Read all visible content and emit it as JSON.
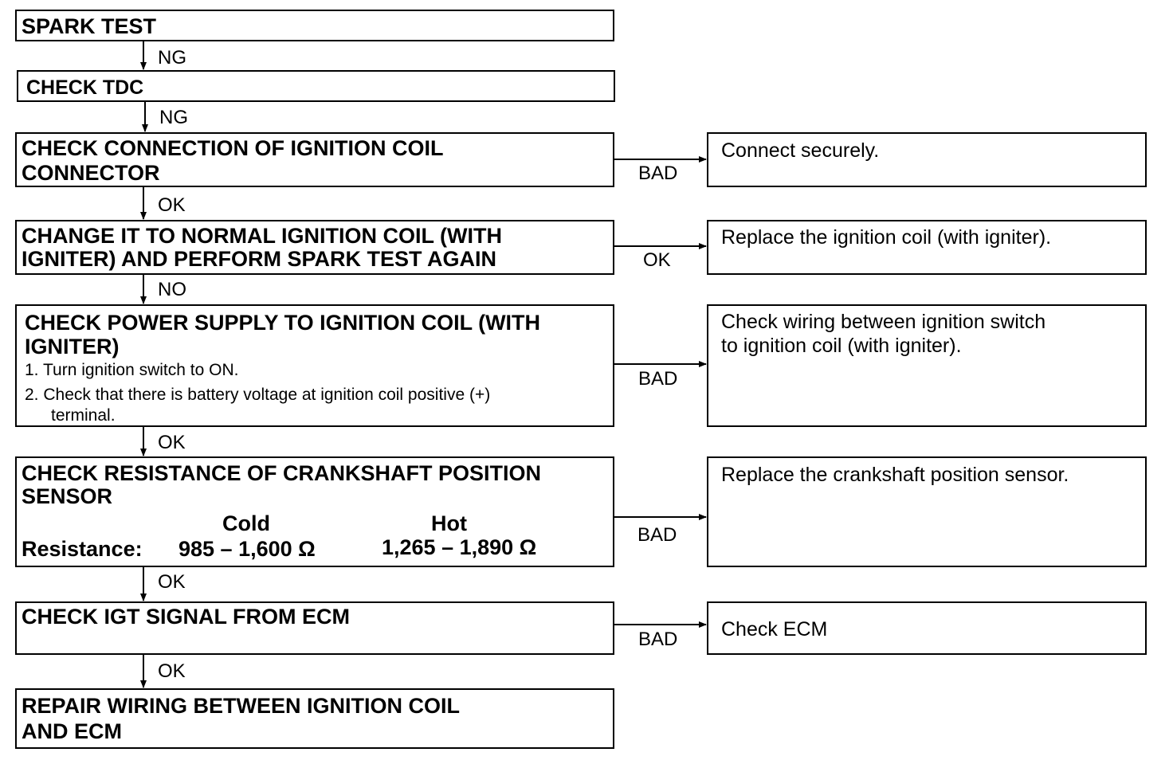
{
  "flow": {
    "spark_test": "SPARK TEST",
    "check_tdc": "CHECK TDC",
    "check_connection": [
      "CHECK CONNECTION OF IGNITION COIL",
      "CONNECTOR"
    ],
    "change_coil": [
      "CHANGE IT TO NORMAL IGNITION COIL (WITH",
      "IGNITER) AND PERFORM SPARK TEST AGAIN"
    ],
    "check_power": [
      "CHECK POWER SUPPLY TO IGNITION COIL (WITH",
      "IGNITER)"
    ],
    "check_power_steps": [
      "1. Turn ignition switch to ON.",
      "2. Check that there is battery voltage at ignition coil positive (+)",
      "terminal."
    ],
    "check_resistance": [
      "CHECK RESISTANCE OF CRANKSHAFT POSITION",
      "SENSOR"
    ],
    "resistance": {
      "col_cold": "Cold",
      "col_hot": "Hot",
      "row_label": "Resistance:",
      "cold_value": "985 – 1,600 Ω",
      "hot_value": "1,265 – 1,890 Ω"
    },
    "check_igt": "CHECK IGT SIGNAL FROM ECM",
    "repair_wiring": [
      "REPAIR WIRING BETWEEN IGNITION COIL",
      "AND ECM"
    ]
  },
  "actions": {
    "connect": "Connect securely.",
    "replace_coil": "Replace the ignition coil (with igniter).",
    "check_wiring": [
      "Check wiring between ignition switch",
      "to ignition coil (with igniter)."
    ],
    "replace_sensor": "Replace the crankshaft position sensor.",
    "check_ecm": "Check ECM"
  },
  "labels": {
    "ng1": "NG",
    "ng2": "NG",
    "ok1": "OK",
    "no1": "NO",
    "ok2": "OK",
    "ok3": "OK",
    "ok4": "OK",
    "bad1": "BAD",
    "ok_side": "OK",
    "bad2": "BAD",
    "bad3": "BAD",
    "bad4": "BAD"
  }
}
